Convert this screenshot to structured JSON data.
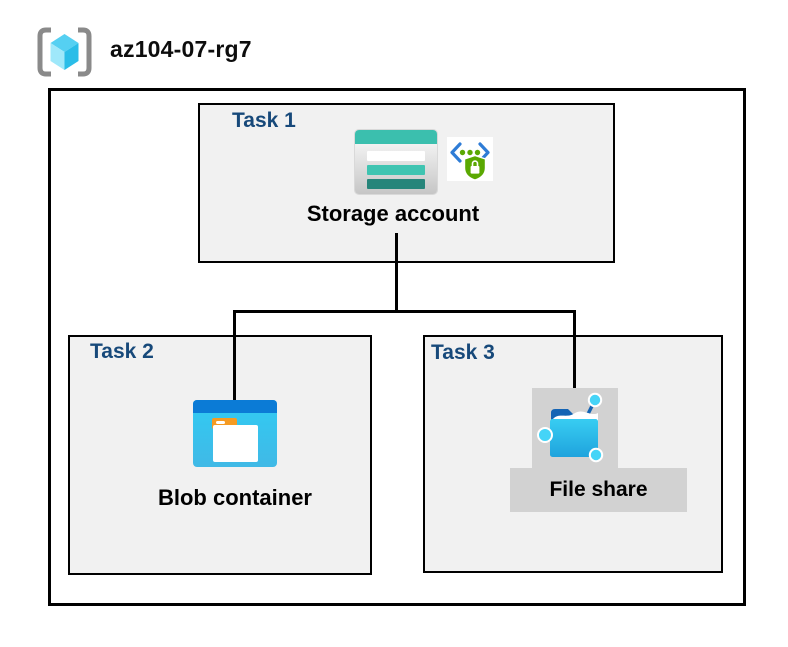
{
  "header": {
    "title": "az104-07-rg7"
  },
  "resource_group": {
    "tasks": [
      {
        "label": "Task 1",
        "resource": "Storage account"
      },
      {
        "label": "Task 2",
        "resource": "Blob container"
      },
      {
        "label": "Task 3",
        "resource": "File share"
      }
    ]
  },
  "icons": {
    "resource_group": "resource-group-icon",
    "storage_account": "storage-account-icon",
    "secure_access": "code-brackets-lock-shield-icon",
    "blob_container": "blob-container-folder-icon",
    "file_share": "file-share-network-folder-icon"
  },
  "colors": {
    "task_label": "#17497a",
    "box_fill": "#f1f1f1",
    "box_border": "#000000",
    "connector": "#000000",
    "selection_gray": "#d2d2d2",
    "storage_teal": "#3bbfae",
    "storage_teal_dark": "#26857a",
    "blob_top_blue": "#0b7bd6",
    "blob_cyan": "#33c9f1",
    "folder_tab_orange": "#f59b23",
    "shield_green": "#5aa802",
    "chevron_blue": "#2e7cd6",
    "fileshare_navy": "#1464b4",
    "fileshare_cyan": "#2cc0ec",
    "node_cyan": "#45d4f7",
    "rg_cube_blue": "#55d0f2",
    "rg_bracket_gray": "#8a8a8a"
  }
}
